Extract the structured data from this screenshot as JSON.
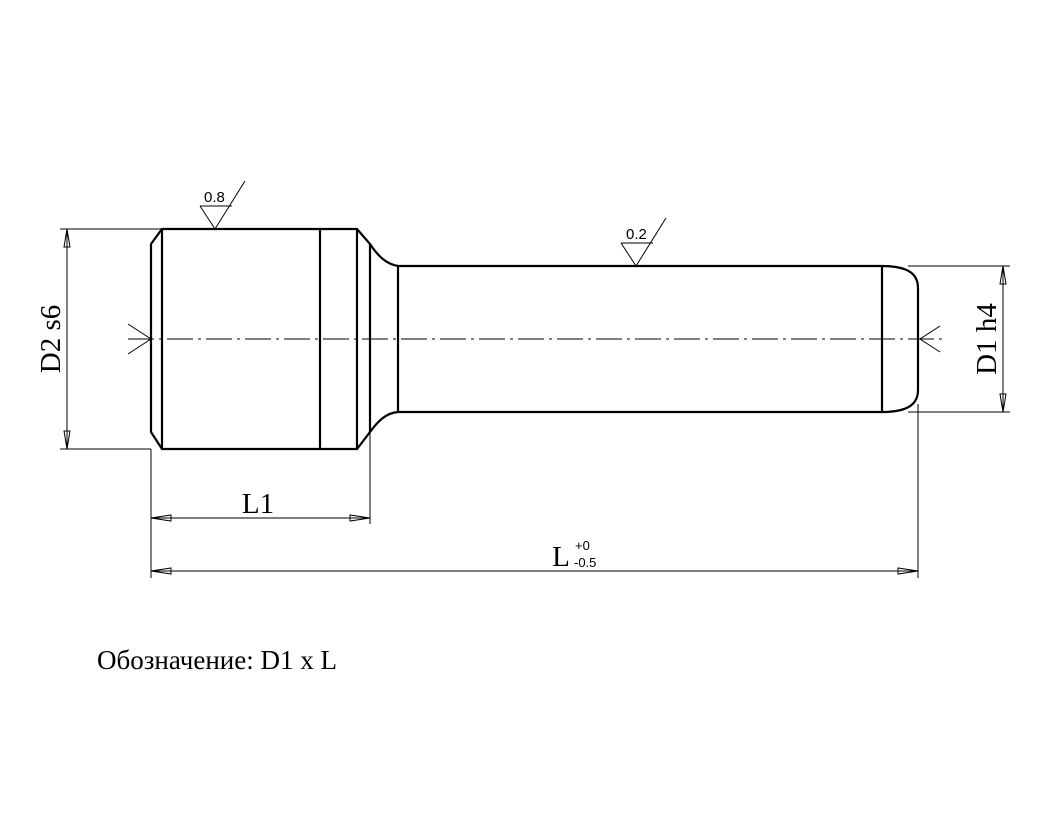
{
  "drawing": {
    "dimensions": {
      "d2_label": "D2 s6",
      "d1_label": "D1 h4",
      "l1_label": "L1",
      "l_label": "L",
      "l_tol_upper": "+0",
      "l_tol_lower": "-0.5"
    },
    "roughness": {
      "head": "0.8",
      "shank": "0.2"
    }
  },
  "caption": {
    "text": "Обозначение: D1 x L"
  }
}
